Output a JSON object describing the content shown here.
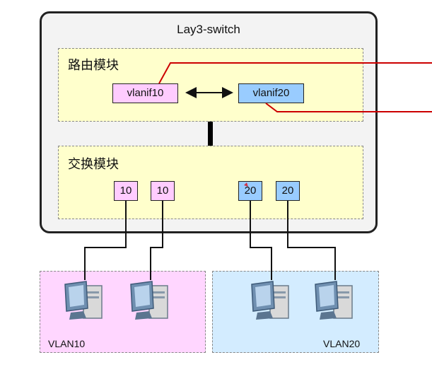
{
  "switch": {
    "title": "Lay3-switch"
  },
  "routing_module": {
    "label": "路由模块",
    "interfaces": [
      {
        "label": "vlanif10",
        "color": "#ffccff"
      },
      {
        "label": "vlanif20",
        "color": "#99ccff"
      }
    ]
  },
  "switching_module": {
    "label": "交换模块",
    "ports": [
      {
        "label": "10",
        "color": "#ffccff"
      },
      {
        "label": "10",
        "color": "#ffccff"
      },
      {
        "label": "20",
        "color": "#99ccff"
      },
      {
        "label": "20",
        "color": "#99ccff"
      }
    ]
  },
  "vlans": [
    {
      "label": "VLAN10",
      "color": "#ffd6ff"
    },
    {
      "label": "VLAN20",
      "color": "#d3ecff"
    }
  ],
  "colors": {
    "link": "#111111",
    "external_link": "#cc0000",
    "frame": "#222222",
    "module": "#ffffcc"
  }
}
